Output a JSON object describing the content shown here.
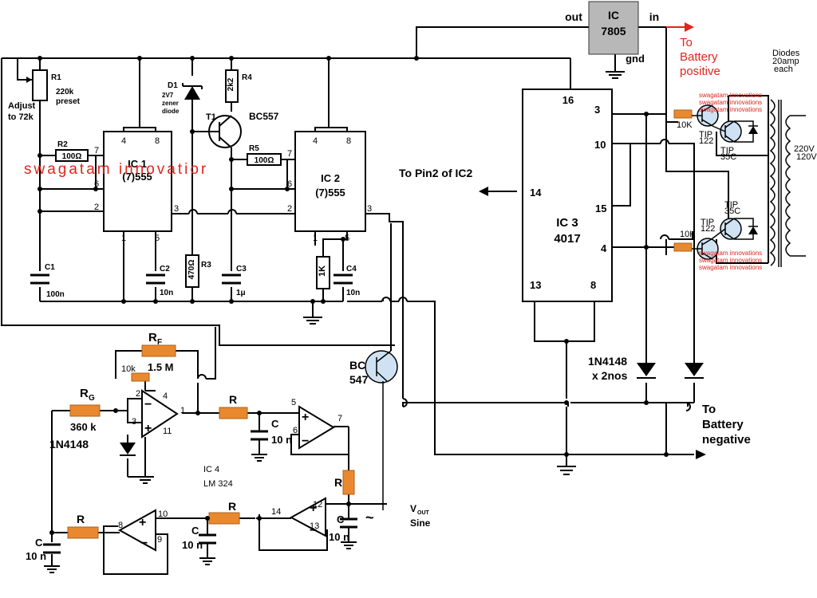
{
  "title_watermark": "swagatam innovatior",
  "watermark_small": "swagatam innovations",
  "ic1": {
    "name": "IC 1",
    "type": "(7)555",
    "pins": [
      "4",
      "8",
      "7",
      "6",
      "2",
      "3",
      "1",
      "5"
    ]
  },
  "ic2": {
    "name": "IC 2",
    "type": "(7)555",
    "pins": [
      "4",
      "8",
      "7",
      "6",
      "2",
      "3",
      "1",
      "5"
    ]
  },
  "ic3": {
    "name": "IC 3",
    "type": "4017",
    "pins": [
      "16",
      "3",
      "10",
      "14",
      "15",
      "4",
      "13",
      "8"
    ]
  },
  "ic4": {
    "name": "IC 4",
    "type": "LM 324"
  },
  "regulator": {
    "name": "IC",
    "type": "7805",
    "out": "out",
    "in": "in",
    "gnd": "gnd"
  },
  "r1": {
    "name": "R1",
    "value": "220k",
    "value2": "preset",
    "note1": "Adjust",
    "note2": "to 72k"
  },
  "r2": {
    "name": "R2",
    "value": "100Ω"
  },
  "r3": {
    "name": "R3",
    "value": "470Ω"
  },
  "r4": {
    "name": "R4",
    "value": "2k2"
  },
  "r5": {
    "name": "R5",
    "value": "100Ω"
  },
  "c1": {
    "name": "C1",
    "value": "100n"
  },
  "c2": {
    "name": "C2",
    "value": "10n"
  },
  "c3": {
    "name": "C3",
    "value": "1μ"
  },
  "c4": {
    "name": "C4",
    "value": "10n"
  },
  "r1k": "1K",
  "d1": {
    "name": "D1",
    "value": "2V7",
    "note1": "zener",
    "note2": "diode"
  },
  "t1": {
    "name": "T1",
    "type": "BC557"
  },
  "bc547": {
    "l1": "BC",
    "l2": "547"
  },
  "to_pin2": "To Pin2 of IC2",
  "to_batt_pos": {
    "l1": "To",
    "l2": "Battery",
    "l3": "positive"
  },
  "to_batt_neg": {
    "l1": "To",
    "l2": "Battery",
    "l3": "negative"
  },
  "diodes_note": {
    "l1": "Diodes",
    "l2": "20amp",
    "l3": "each"
  },
  "transformer_note": {
    "l1": "220V or",
    "l2": "120V"
  },
  "diodes_1n4148": {
    "l1": "1N4148",
    "l2": "x 2nos"
  },
  "r10k": "10K",
  "tip122": {
    "l1": "TIP",
    "l2": "122"
  },
  "tip35c": {
    "l1": "TIP",
    "l2": "35C"
  },
  "rf": {
    "main": "R",
    "sub": "F",
    "value": "1.5 M"
  },
  "rg": {
    "main": "R",
    "sub": "G",
    "value": "360 k"
  },
  "r10k_pot": "10k",
  "opamp_r": "R",
  "cap_c": "C",
  "cap_10n": "10 n",
  "diode_1n4148": "1N4148",
  "vout": {
    "main": "V",
    "sub": "OUT",
    "l2": "Sine",
    "sym": "~"
  },
  "opamp_pins": [
    "2",
    "3",
    "4",
    "11",
    "1",
    "5",
    "6",
    "7",
    "12",
    "13",
    "14",
    "8",
    "9",
    "10"
  ]
}
